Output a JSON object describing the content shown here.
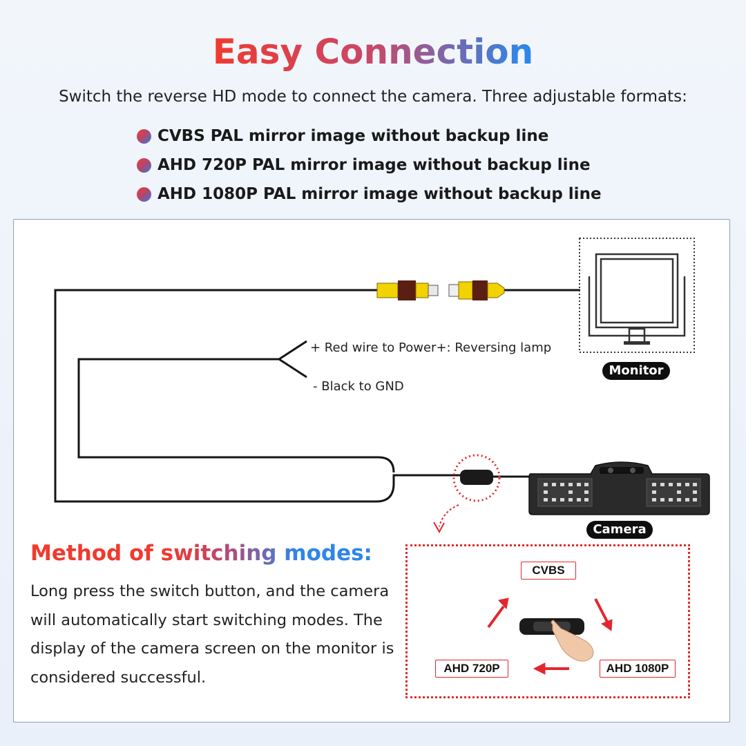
{
  "header": {
    "title": "Easy Connection",
    "subtitle": "Switch the reverse HD mode to connect the camera. Three adjustable formats:",
    "formats": [
      "CVBS PAL mirror image without backup line",
      "AHD 720P PAL mirror image without backup line",
      "AHD 1080P PAL mirror image without backup line"
    ]
  },
  "diagram": {
    "red_wire_label": "+ Red wire to Power+: Reversing lamp",
    "black_wire_label": "- Black to GND",
    "monitor_label": "Monitor",
    "camera_label": "Camera",
    "colors": {
      "rca_yellow": "#f2d200",
      "rca_brown": "#5a1f12",
      "wire": "#151515",
      "accent_red": "#e3262b"
    }
  },
  "method": {
    "title": "Method of switching modes:",
    "description": "Long press the switch button, and the camera will automatically start switching modes. The display of the camera screen on the monitor is considered successful.",
    "modes": [
      "CVBS",
      "AHD 1080P",
      "AHD 720P"
    ]
  }
}
